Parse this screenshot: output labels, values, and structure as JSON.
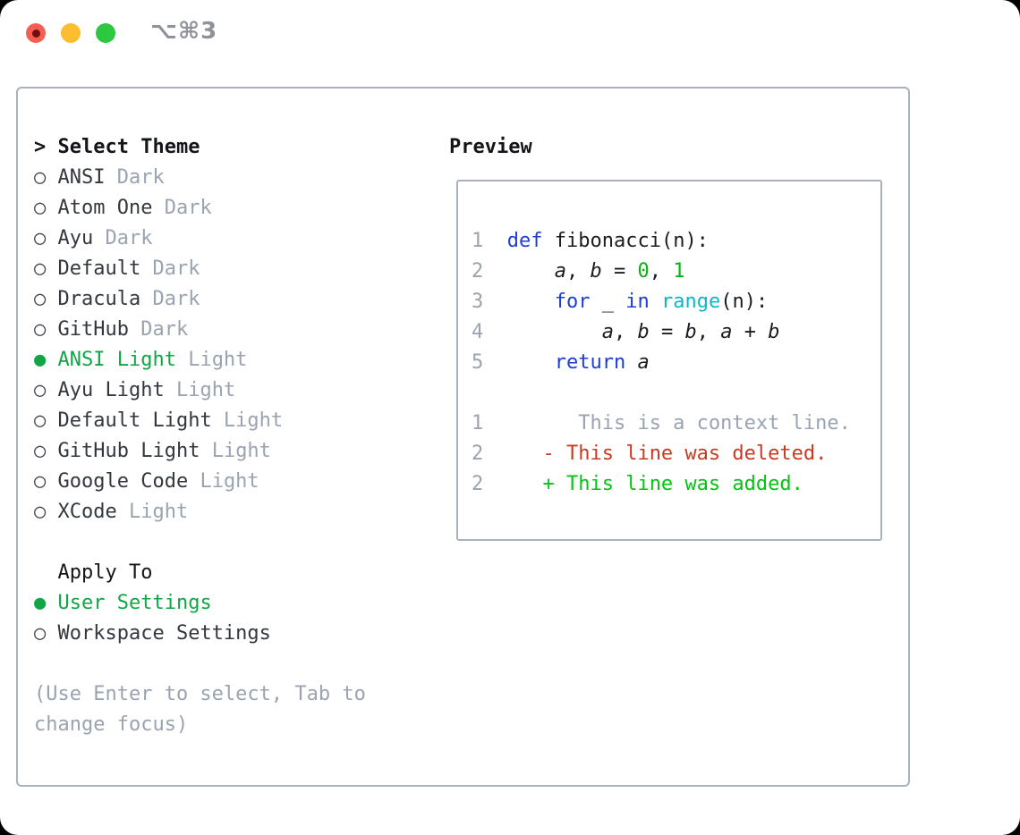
{
  "window": {
    "title": "⌥⌘3",
    "traffic_lights": {
      "close": "close",
      "minimize": "minimize",
      "zoom": "zoom"
    }
  },
  "markers": {
    "unselected": "○",
    "selected": "●",
    "header_prefix": ">"
  },
  "theme_list": {
    "header": "Select Theme",
    "items": [
      {
        "name": "ANSI",
        "variant": "Dark",
        "selected": false
      },
      {
        "name": "Atom One",
        "variant": "Dark",
        "selected": false
      },
      {
        "name": "Ayu",
        "variant": "Dark",
        "selected": false
      },
      {
        "name": "Default",
        "variant": "Dark",
        "selected": false
      },
      {
        "name": "Dracula",
        "variant": "Dark",
        "selected": false
      },
      {
        "name": "GitHub",
        "variant": "Dark",
        "selected": false
      },
      {
        "name": "ANSI Light",
        "variant": "Light",
        "selected": true
      },
      {
        "name": "Ayu Light",
        "variant": "Light",
        "selected": false
      },
      {
        "name": "Default Light",
        "variant": "Light",
        "selected": false
      },
      {
        "name": "GitHub Light",
        "variant": "Light",
        "selected": false
      },
      {
        "name": "Google Code",
        "variant": "Light",
        "selected": false
      },
      {
        "name": "XCode",
        "variant": "Light",
        "selected": false
      }
    ]
  },
  "apply_to": {
    "header": "Apply To",
    "options": [
      {
        "name": "User Settings",
        "selected": true
      },
      {
        "name": "Workspace Settings",
        "selected": false
      }
    ]
  },
  "help_text": "(Use Enter to select, Tab to change focus)",
  "preview": {
    "header": "Preview",
    "code_lines": [
      {
        "segments": [
          {
            "t": "1",
            "c": "ln"
          },
          {
            "t": "  ",
            "c": "fg"
          },
          {
            "t": "def",
            "c": "kw"
          },
          {
            "t": " fibonacci(n):",
            "c": "fg"
          }
        ]
      },
      {
        "segments": [
          {
            "t": "2",
            "c": "ln"
          },
          {
            "t": "      ",
            "c": "fg"
          },
          {
            "t": "a",
            "c": "var"
          },
          {
            "t": ", ",
            "c": "fg"
          },
          {
            "t": "b",
            "c": "var"
          },
          {
            "t": " = ",
            "c": "fg"
          },
          {
            "t": "0",
            "c": "num"
          },
          {
            "t": ", ",
            "c": "fg"
          },
          {
            "t": "1",
            "c": "num"
          }
        ]
      },
      {
        "segments": [
          {
            "t": "3",
            "c": "ln"
          },
          {
            "t": "      ",
            "c": "fg"
          },
          {
            "t": "for",
            "c": "kw"
          },
          {
            "t": " _ ",
            "c": "fg"
          },
          {
            "t": "in",
            "c": "kw"
          },
          {
            "t": " ",
            "c": "fg"
          },
          {
            "t": "range",
            "c": "bi"
          },
          {
            "t": "(n):",
            "c": "fg"
          }
        ]
      },
      {
        "segments": [
          {
            "t": "4",
            "c": "ln"
          },
          {
            "t": "          ",
            "c": "fg"
          },
          {
            "t": "a",
            "c": "var"
          },
          {
            "t": ", ",
            "c": "fg"
          },
          {
            "t": "b",
            "c": "var"
          },
          {
            "t": " = ",
            "c": "fg"
          },
          {
            "t": "b",
            "c": "var"
          },
          {
            "t": ", ",
            "c": "fg"
          },
          {
            "t": "a",
            "c": "var"
          },
          {
            "t": " + ",
            "c": "fg"
          },
          {
            "t": "b",
            "c": "var"
          }
        ]
      },
      {
        "segments": [
          {
            "t": "5",
            "c": "ln"
          },
          {
            "t": "      ",
            "c": "fg"
          },
          {
            "t": "return",
            "c": "kw"
          },
          {
            "t": " ",
            "c": "fg"
          },
          {
            "t": "a",
            "c": "var"
          }
        ]
      }
    ],
    "diff_lines": [
      {
        "segments": [
          {
            "t": "1",
            "c": "ln"
          },
          {
            "t": "        ",
            "c": "fg"
          },
          {
            "t": "This is a context line.",
            "c": "ctx"
          }
        ]
      },
      {
        "segments": [
          {
            "t": "2",
            "c": "ln"
          },
          {
            "t": "     ",
            "c": "fg"
          },
          {
            "t": "- This line was deleted.",
            "c": "del"
          }
        ]
      },
      {
        "segments": [
          {
            "t": "2",
            "c": "ln"
          },
          {
            "t": "     ",
            "c": "fg"
          },
          {
            "t": "+ This line was added.",
            "c": "add"
          }
        ]
      }
    ]
  },
  "palette": {
    "selected_green": "#10a646",
    "muted_gray": "#9aa3af",
    "text_dark": "#33373e",
    "heading_black": "#131519",
    "keyword_blue": "#1e3cd7",
    "number_green": "#0cb118",
    "builtin_cyan": "#0cb8c6",
    "diff_red": "#c93a22",
    "diff_green": "#04c312",
    "border_gray": "#aab2bd",
    "traffic_red": "#f45f52",
    "traffic_yellow": "#fcbe30",
    "traffic_green": "#2bc840",
    "title_gray": "#8f9399"
  }
}
